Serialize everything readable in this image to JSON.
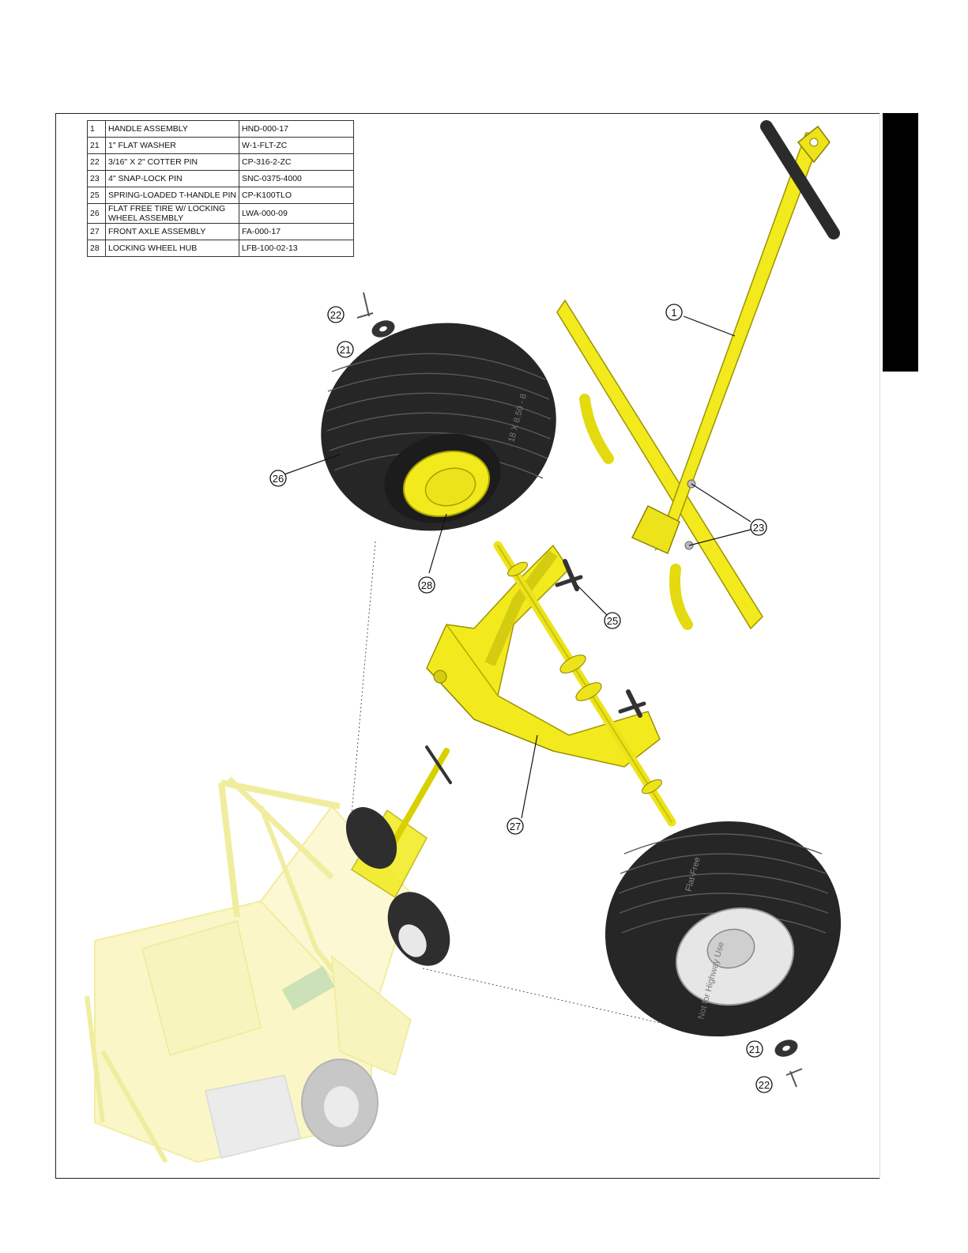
{
  "bom": {
    "items": [
      {
        "num": "1",
        "desc": "HANDLE ASSEMBLY",
        "part": "HND-000-17"
      },
      {
        "num": "21",
        "desc": "1\" FLAT WASHER",
        "part": "W-1-FLT-ZC"
      },
      {
        "num": "22",
        "desc": "3/16\" X 2\" COTTER PIN",
        "part": "CP-316-2-ZC"
      },
      {
        "num": "23",
        "desc": "4\" SNAP-LOCK PIN",
        "part": "SNC-0375-4000"
      },
      {
        "num": "25",
        "desc": "SPRING-LOADED T-HANDLE PIN",
        "part": "CP-K100TLO"
      },
      {
        "num": "26",
        "desc": "FLAT FREE TIRE W/ LOCKING WHEEL ASSEMBLY",
        "part": "LWA-000-09"
      },
      {
        "num": "27",
        "desc": "FRONT AXLE ASSEMBLY",
        "part": "FA-000-17"
      },
      {
        "num": "28",
        "desc": "LOCKING WHEEL HUB",
        "part": "LFB-100-02-13"
      }
    ]
  },
  "callouts": {
    "handle": "1",
    "washer_top": "21",
    "cotter_top": "22",
    "snap_lock": "23",
    "t_handle": "25",
    "tire": "26",
    "axle": "27",
    "hub": "28",
    "washer_bottom": "21",
    "cotter_bottom": "22"
  },
  "tire_text": {
    "size": "18 X 8.50 - 8",
    "brand": "Flat-Free",
    "marking": "Not for Highway Use"
  },
  "colors": {
    "part_yellow": "#f2ea1c",
    "tire_black": "#262626",
    "faded_yellow": "#f6f09a",
    "tab_black": "#000000"
  }
}
